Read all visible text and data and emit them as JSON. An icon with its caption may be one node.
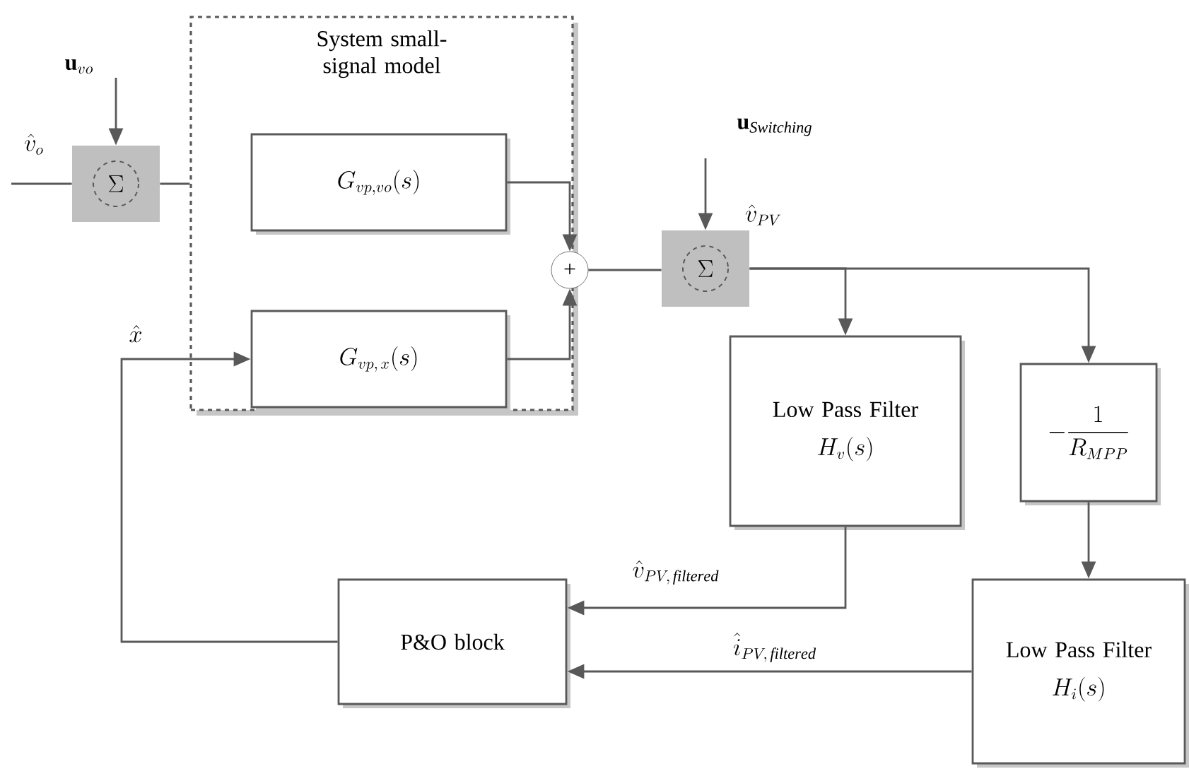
{
  "diagram": {
    "nodes": [
      {
        "text": [
          "System small-signal model"
        ]
      },
      {
        "text": [
          "\\Sigma"
        ]
      },
      {
        "text": [
          "G_{vp,vo}(s)"
        ],
        "in": 0
      },
      {
        "text": [
          "G_{vp,\\,x}(s)"
        ],
        "in": 0
      },
      {
        "text": [
          "+"
        ]
      },
      {
        "text": [
          "\\Sigma"
        ],
        "beside": [
          "\\hat{v}_{PV}"
        ]
      },
      {
        "text": [
          "Low Pass Filter",
          "H_{v}(s)"
        ]
      },
      {
        "text": [
          "-\\frac{1}{R_{MPP}}"
        ]
      },
      {
        "text": [
          "Low Pass Filter",
          "H_{i}(s)"
        ]
      },
      {
        "text": [
          "P&O block"
        ]
      }
    ],
    "edges": [
      {
        "from": null,
        "to": 1,
        "arrow": "none",
        "label": "\\hat{v}_{o}"
      },
      {
        "from": null,
        "to": 1,
        "arrow": "to",
        "label": "\\mathbf{u}_{vo}"
      },
      {
        "from": 1,
        "to": 0,
        "arrow": "none"
      },
      {
        "from": 2,
        "to": 4,
        "arrow": "to"
      },
      {
        "from": 3,
        "to": 4,
        "arrow": "to"
      },
      {
        "from": 4,
        "to": 5,
        "arrow": "none"
      },
      {
        "from": null,
        "to": 5,
        "arrow": "to",
        "label": "\\mathbf{u}_{\\mathit{Switching}}"
      },
      {
        "from": 5,
        "to": 6,
        "arrow": "to"
      },
      {
        "from": 5,
        "to": 7,
        "arrow": "to"
      },
      {
        "from": 7,
        "to": 8,
        "arrow": "to"
      },
      {
        "from": 6,
        "to": 9,
        "arrow": "to",
        "label": "\\hat{v}_{PV,\\,\\mathit{filtered}}"
      },
      {
        "from": 8,
        "to": 9,
        "arrow": "to",
        "label": "\\hat{i}_{PV,\\,\\mathit{filtered}}"
      },
      {
        "from": 9,
        "to": 3,
        "arrow": "to",
        "label": "\\hat{x}"
      }
    ]
  }
}
